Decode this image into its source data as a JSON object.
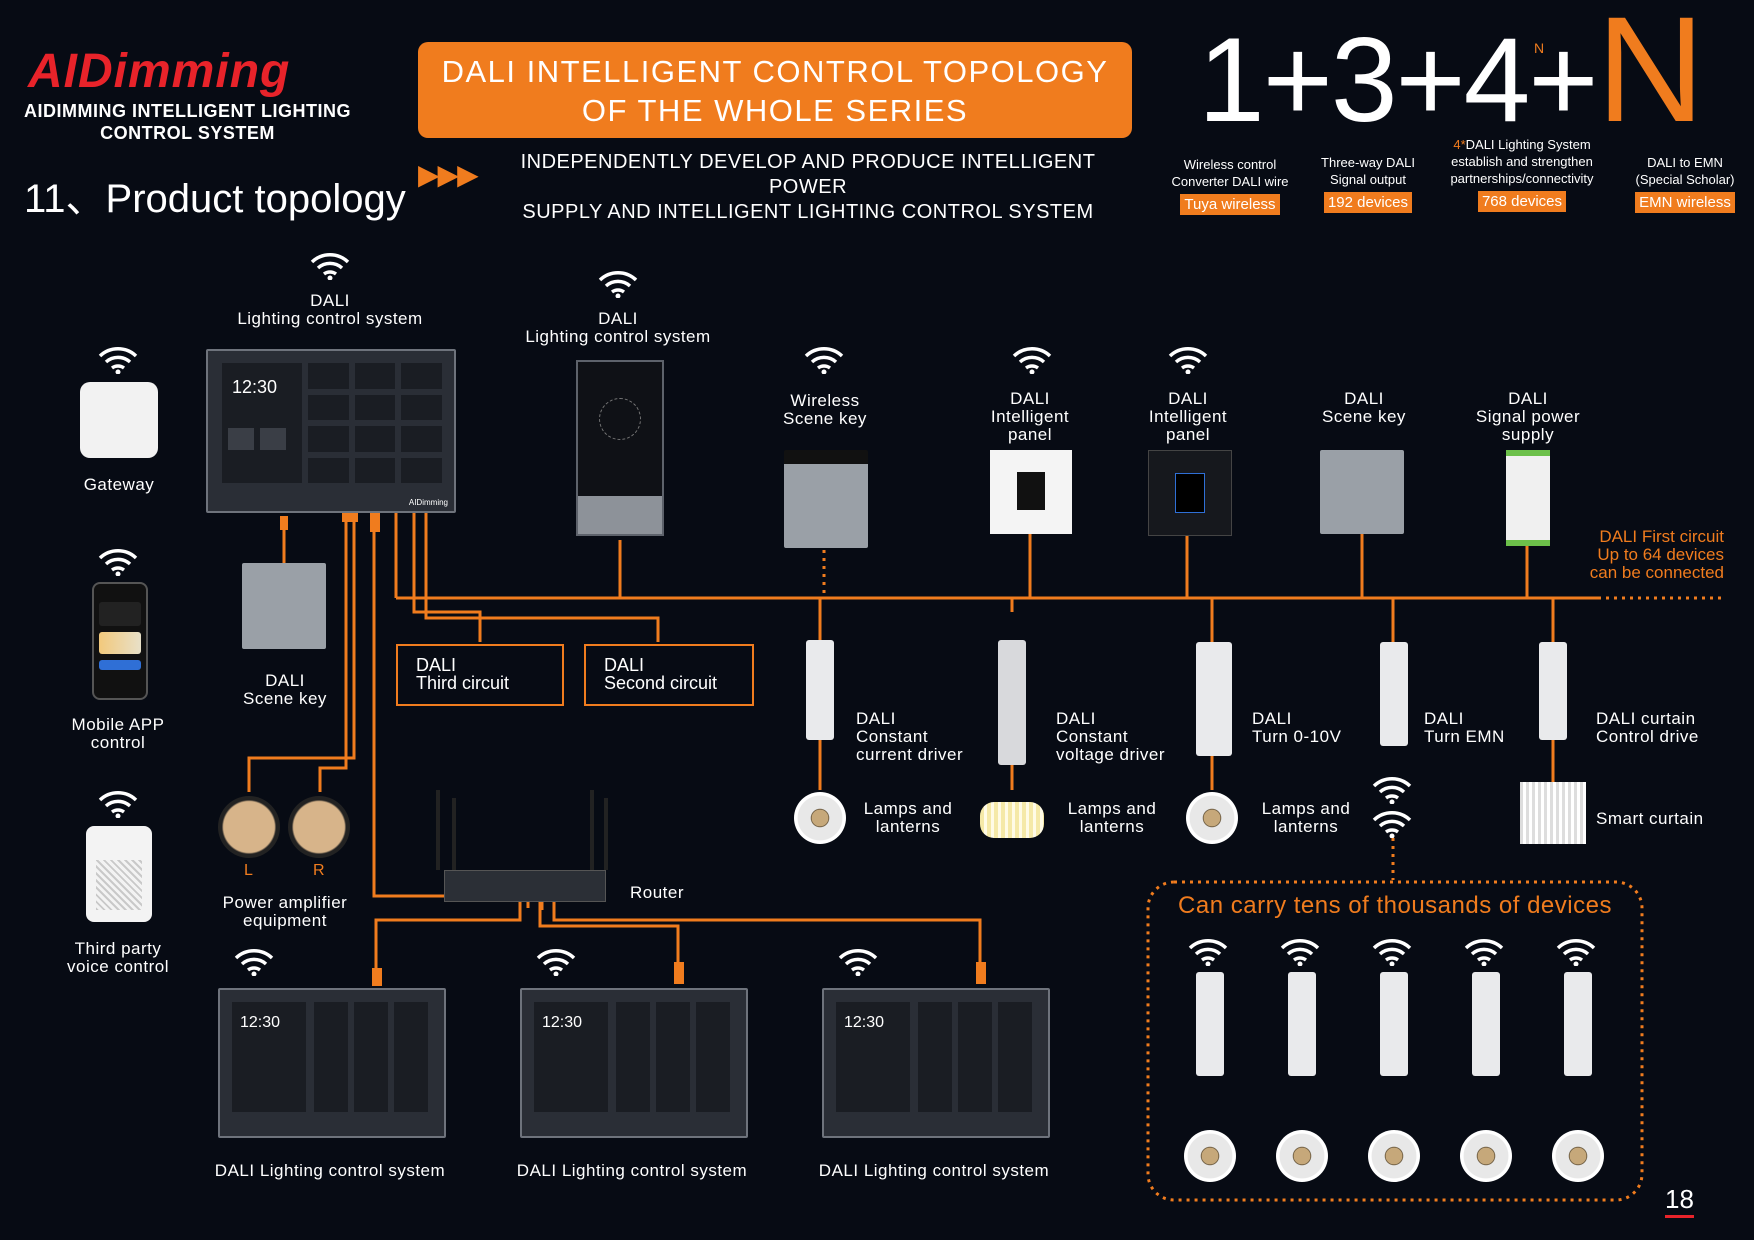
{
  "header": {
    "logo_text": "AIDimming",
    "logo_subtitle": "AIDIMMING INTELLIGENT LIGHTING CONTROL SYSTEM",
    "section_title": "11、Product topology",
    "arrows": "▶▶▶",
    "banner_title_line1": "DALI INTELLIGENT CONTROL TOPOLOGY",
    "banner_title_line2": "OF THE WHOLE SERIES",
    "tagline_line1": "INDEPENDENTLY DEVELOP AND PRODUCE INTELLIGENT POWER",
    "tagline_line2": "SUPPLY AND INTELLIGENT LIGHTING CONTROL SYSTEM"
  },
  "formula": {
    "text": "1+3+4+",
    "n": "N",
    "small_n": "N",
    "items": [
      {
        "line1": "Wireless control",
        "line2": "Converter DALI wire",
        "tag": "Tuya wireless"
      },
      {
        "line1": "Three-way DALI",
        "line2": "Signal output",
        "tag": "192 devices"
      },
      {
        "prefix": "4*",
        "line1": "DALI Lighting System",
        "line2": "establish and strengthen",
        "line3": "partnerships/connectivity",
        "tag": "768 devices"
      },
      {
        "line1": "DALI to EMN",
        "line2": "(Special Scholar)",
        "tag": "EMN wireless"
      }
    ]
  },
  "left_devices": {
    "gateway": "Gateway",
    "mobile_line1": "Mobile APP",
    "mobile_line2": "control",
    "voice_line1": "Third party",
    "voice_line2": "voice control"
  },
  "main_panel": {
    "label_line1": "DALI",
    "label_line2": "Lighting control system",
    "time": "12:30",
    "brand": "AIDimming"
  },
  "tall_panel": {
    "label_line1": "DALI",
    "label_line2": "Lighting control system"
  },
  "scene_key_small": {
    "line1": "DALI",
    "line2": "Scene key"
  },
  "circuits": {
    "third_line1": "DALI",
    "third_line2": "Third circuit",
    "second_line1": "DALI",
    "second_line2": "Second circuit"
  },
  "amplifier": {
    "left": "L",
    "right": "R",
    "line1": "Power amplifier",
    "line2": "equipment"
  },
  "router": "Router",
  "top_devices": [
    {
      "line1": "Wireless",
      "line2": "Scene key",
      "line3": ""
    },
    {
      "line1": "DALI",
      "line2": "Intelligent",
      "line3": "panel"
    },
    {
      "line1": "DALI",
      "line2": "Intelligent",
      "line3": "panel"
    },
    {
      "line1": "DALI",
      "line2": "Scene key",
      "line3": ""
    },
    {
      "line1": "DALI",
      "line2": "Signal power",
      "line3": "supply"
    }
  ],
  "first_circuit": {
    "line1": "DALI First circuit",
    "line2": "Up to 64 devices",
    "line3": "can be connected"
  },
  "drivers": [
    {
      "line1": "DALI",
      "line2": "Constant",
      "line3": "current driver"
    },
    {
      "line1": "DALI",
      "line2": "Constant",
      "line3": "voltage driver"
    },
    {
      "line1": "DALI",
      "line2": "Turn 0-10V",
      "line3": ""
    },
    {
      "line1": "DALI",
      "line2": "Turn EMN",
      "line3": ""
    },
    {
      "line1": "DALI curtain",
      "line2": "Control drive",
      "line3": ""
    }
  ],
  "outputs": [
    {
      "line1": "Lamps and",
      "line2": "lanterns"
    },
    {
      "line1": "Lamps and",
      "line2": "lanterns"
    },
    {
      "line1": "Lamps and",
      "line2": "lanterns"
    },
    {
      "line1": "Smart curtain",
      "line2": ""
    }
  ],
  "devices_box_title": "Can carry tens of thousands of devices",
  "bottom_panels": [
    {
      "label": "DALI Lighting control system",
      "time": "12:30"
    },
    {
      "label": "DALI Lighting control system",
      "time": "12:30"
    },
    {
      "label": "DALI Lighting control system",
      "time": "12:30"
    }
  ],
  "page_number": "18",
  "colors": {
    "accent": "#f07c1e",
    "brand_red": "#e8232a",
    "background": "#070b14"
  }
}
